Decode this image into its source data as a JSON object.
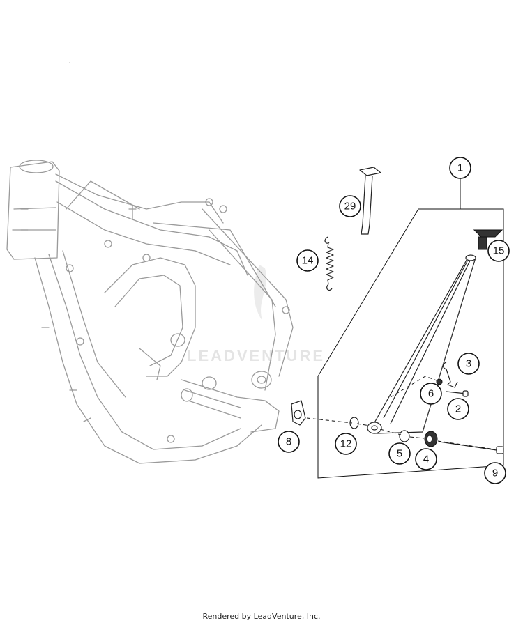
{
  "watermark": "LEADVENTURE",
  "footer": "Rendered by LeadVenture, Inc.",
  "callouts": [
    "1",
    "29",
    "15",
    "14",
    "3",
    "6",
    "2",
    "8",
    "12",
    "5",
    "4",
    "9"
  ],
  "parts": [
    "frame",
    "side-stand",
    "spring",
    "stand-pad",
    "spacer-tool",
    "cable-bracket",
    "washer",
    "bushing",
    "bolt",
    "bracket-8"
  ]
}
